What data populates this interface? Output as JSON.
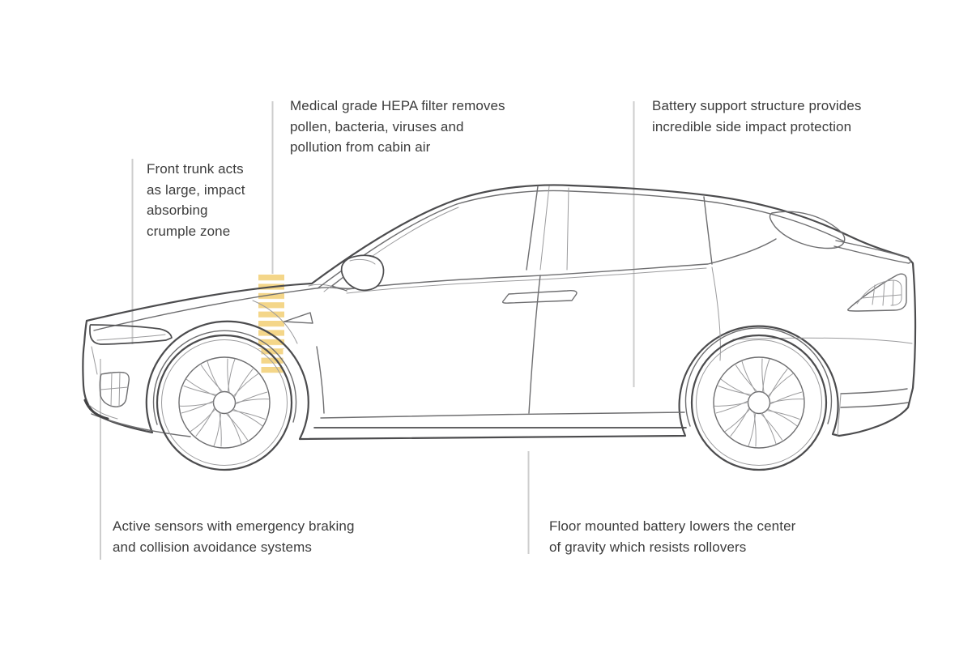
{
  "colors": {
    "background": "#ffffff",
    "accent_hatch": "#f4d689",
    "leader_line": "#cdcdcd",
    "car_line_dark": "#4c4c4e",
    "car_line_mid": "#6e6e70",
    "car_line_light": "#9b9b9d",
    "text": "#3c3c3c"
  },
  "illustration": {
    "subject": "Tesla Model X side profile line drawing",
    "highlight": "hatched crumple-zone band behind front wheel"
  },
  "callouts": [
    {
      "id": "front-trunk",
      "position": "upper-left",
      "lines": [
        "Front trunk acts",
        "as large, impact",
        "absorbing",
        "crumple zone"
      ]
    },
    {
      "id": "hepa-filter",
      "position": "top-center",
      "lines": [
        "Medical grade HEPA filter removes",
        "pollen, bacteria, viruses and",
        "pollution from cabin air"
      ]
    },
    {
      "id": "battery-support",
      "position": "top-right",
      "lines": [
        "Battery support structure provides",
        "incredible side impact protection"
      ]
    },
    {
      "id": "active-sensors",
      "position": "bottom-left",
      "lines": [
        "Active sensors with emergency braking",
        "and collision avoidance systems"
      ]
    },
    {
      "id": "floor-battery",
      "position": "bottom-right",
      "lines": [
        "Floor mounted battery lowers the center",
        "of gravity which resists rollovers"
      ]
    }
  ]
}
